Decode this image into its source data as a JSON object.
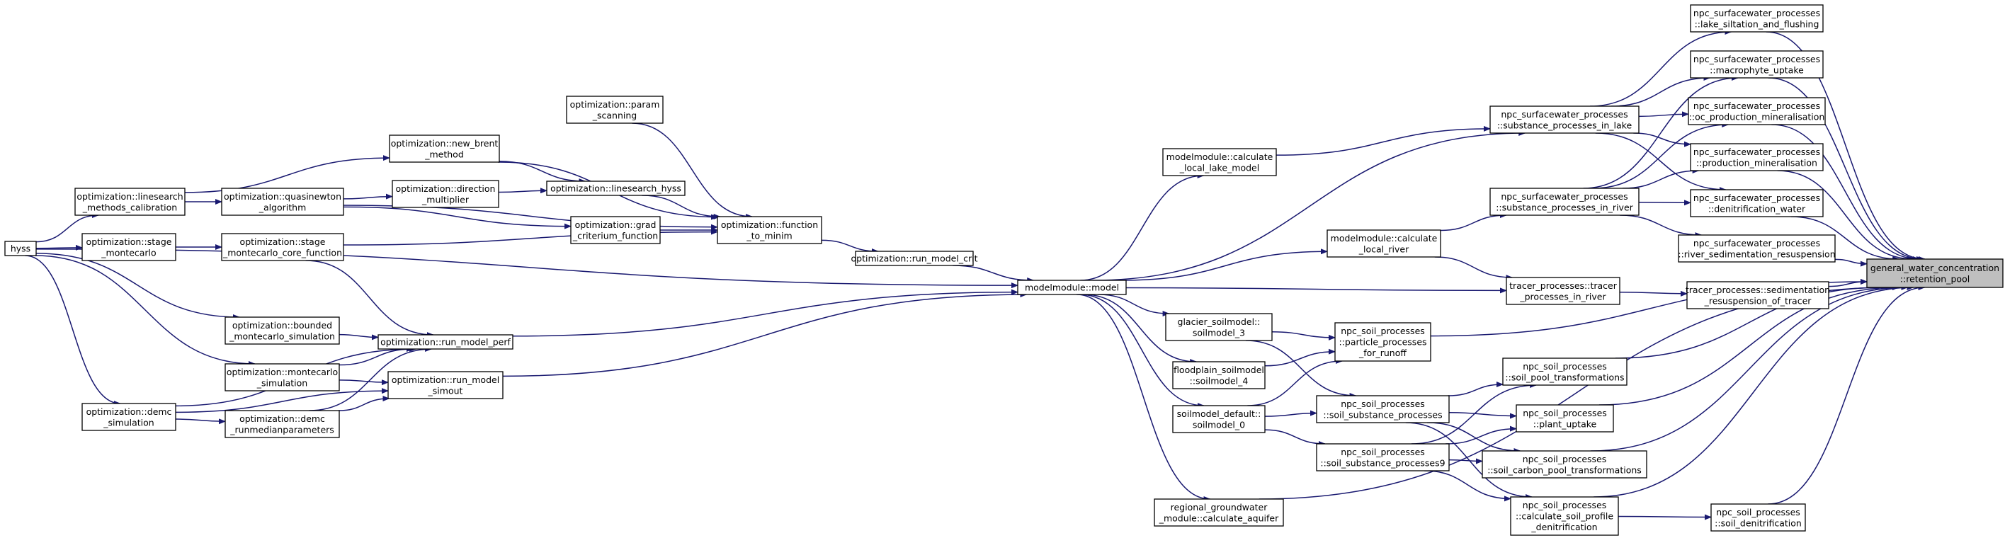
{
  "diagram": {
    "title": "",
    "colors": {
      "edge": "#191970",
      "node_border": "#000000",
      "node_fill": "#ffffff",
      "highlight_fill": "#bfbfbf"
    },
    "nodes": [
      {
        "id": "target",
        "lines": [
          "general_water_concentration",
          "::retention_pool"
        ],
        "highlight": true
      },
      {
        "id": "hyss",
        "lines": [
          "hyss"
        ]
      },
      {
        "id": "ls_cal",
        "lines": [
          "optimization::linesearch",
          "_methods_calibration"
        ]
      },
      {
        "id": "stage_mc",
        "lines": [
          "optimization::stage",
          "_montecarlo"
        ]
      },
      {
        "id": "demc_sim",
        "lines": [
          "optimization::demc",
          "_simulation"
        ]
      },
      {
        "id": "qn",
        "lines": [
          "optimization::quasinewton",
          "_algorithm"
        ]
      },
      {
        "id": "stage_mc_core",
        "lines": [
          "optimization::stage",
          "_montecarlo_core_function"
        ]
      },
      {
        "id": "bounded_mc",
        "lines": [
          "optimization::bounded",
          "_montecarlo_simulation"
        ]
      },
      {
        "id": "mc_sim",
        "lines": [
          "optimization::montecarlo",
          "_simulation"
        ]
      },
      {
        "id": "demc_rmp",
        "lines": [
          "optimization::demc",
          "_runmedianparameters"
        ]
      },
      {
        "id": "new_brent",
        "lines": [
          "optimization::new_brent",
          "_method"
        ]
      },
      {
        "id": "dir_mult",
        "lines": [
          "optimization::direction",
          "_multiplier"
        ]
      },
      {
        "id": "run_perf",
        "lines": [
          "optimization::run_model_perf"
        ]
      },
      {
        "id": "run_simout",
        "lines": [
          "optimization::run_model",
          "_simout"
        ]
      },
      {
        "id": "param_scan",
        "lines": [
          "optimization::param",
          "_scanning"
        ]
      },
      {
        "id": "ls_hyss",
        "lines": [
          "optimization::linesearch_hyss"
        ]
      },
      {
        "id": "grad_crit",
        "lines": [
          "optimization::grad",
          "_criterium_function"
        ]
      },
      {
        "id": "func_minim",
        "lines": [
          "optimization::function",
          "_to_minim"
        ]
      },
      {
        "id": "run_crit",
        "lines": [
          "optimization::run_model_crit"
        ]
      },
      {
        "id": "model",
        "lines": [
          "modelmodule::model"
        ]
      },
      {
        "id": "calc_lake",
        "lines": [
          "modelmodule::calculate",
          "_local_lake_model"
        ]
      },
      {
        "id": "calc_river",
        "lines": [
          "modelmodule::calculate",
          "_local_river"
        ]
      },
      {
        "id": "glacier3",
        "lines": [
          "glacier_soilmodel::",
          "soilmodel_3"
        ]
      },
      {
        "id": "flood4",
        "lines": [
          "floodplain_soilmodel",
          "::soilmodel_4"
        ]
      },
      {
        "id": "soil0",
        "lines": [
          "soilmodel_default::",
          "soilmodel_0"
        ]
      },
      {
        "id": "regional_gw",
        "lines": [
          "regional_groundwater",
          "_module::calculate_aquifer"
        ]
      },
      {
        "id": "subst_lake",
        "lines": [
          "npc_surfacewater_processes",
          "::substance_processes_in_lake"
        ]
      },
      {
        "id": "subst_river",
        "lines": [
          "npc_surfacewater_processes",
          "::substance_processes_in_river"
        ]
      },
      {
        "id": "tracer_river",
        "lines": [
          "tracer_processes::tracer",
          "_processes_in_river"
        ]
      },
      {
        "id": "particle",
        "lines": [
          "npc_soil_processes",
          "::particle_processes",
          "_for_runoff"
        ]
      },
      {
        "id": "soil_subst",
        "lines": [
          "npc_soil_processes",
          "::soil_substance_processes"
        ]
      },
      {
        "id": "soil_subst9",
        "lines": [
          "npc_soil_processes",
          "::soil_substance_processes9"
        ]
      },
      {
        "id": "lake_silt",
        "lines": [
          "npc_surfacewater_processes",
          "::lake_siltation_and_flushing"
        ]
      },
      {
        "id": "macrophyte",
        "lines": [
          "npc_surfacewater_processes",
          "::macrophyte_uptake"
        ]
      },
      {
        "id": "oc_prod",
        "lines": [
          "npc_surfacewater_processes",
          "::oc_production_mineralisation"
        ]
      },
      {
        "id": "prod_min",
        "lines": [
          "npc_surfacewater_processes",
          "::production_mineralisation"
        ]
      },
      {
        "id": "denit_water",
        "lines": [
          "npc_surfacewater_processes",
          "::denitrification_water"
        ]
      },
      {
        "id": "river_sed",
        "lines": [
          "npc_surfacewater_processes",
          "::river_sedimentation_resuspension"
        ]
      },
      {
        "id": "tracer_sed",
        "lines": [
          "tracer_processes::sedimentation",
          "_resuspension_of_tracer"
        ]
      },
      {
        "id": "soil_pool",
        "lines": [
          "npc_soil_processes",
          "::soil_pool_transformations"
        ]
      },
      {
        "id": "plant_uptake",
        "lines": [
          "npc_soil_processes",
          "::plant_uptake"
        ]
      },
      {
        "id": "soil_carbon",
        "lines": [
          "npc_soil_processes",
          "::soil_carbon_pool_transformations"
        ]
      },
      {
        "id": "soil_profile",
        "lines": [
          "npc_soil_processes",
          "::calculate_soil_profile",
          "_denitrification"
        ]
      },
      {
        "id": "soil_denit",
        "lines": [
          "npc_soil_processes",
          "::soil_denitrification"
        ]
      }
    ],
    "edges": [
      [
        "hyss",
        "ls_cal"
      ],
      [
        "hyss",
        "stage_mc"
      ],
      [
        "hyss",
        "demc_sim"
      ],
      [
        "hyss",
        "bounded_mc"
      ],
      [
        "hyss",
        "mc_sim"
      ],
      [
        "hyss",
        "model"
      ],
      [
        "ls_cal",
        "qn"
      ],
      [
        "ls_cal",
        "new_brent"
      ],
      [
        "stage_mc",
        "stage_mc_core"
      ],
      [
        "qn",
        "dir_mult"
      ],
      [
        "qn",
        "grad_crit"
      ],
      [
        "qn",
        "func_minim"
      ],
      [
        "dir_mult",
        "ls_hyss"
      ],
      [
        "new_brent",
        "ls_hyss"
      ],
      [
        "new_brent",
        "func_minim"
      ],
      [
        "ls_hyss",
        "func_minim"
      ],
      [
        "grad_crit",
        "func_minim"
      ],
      [
        "param_scan",
        "func_minim"
      ],
      [
        "stage_mc_core",
        "func_minim"
      ],
      [
        "stage_mc_core",
        "run_perf"
      ],
      [
        "bounded_mc",
        "run_perf"
      ],
      [
        "mc_sim",
        "run_perf"
      ],
      [
        "mc_sim",
        "run_simout"
      ],
      [
        "demc_rmp",
        "run_perf"
      ],
      [
        "demc_rmp",
        "run_simout"
      ],
      [
        "demc_sim",
        "demc_rmp"
      ],
      [
        "demc_sim",
        "run_perf"
      ],
      [
        "demc_sim",
        "run_simout"
      ],
      [
        "func_minim",
        "run_crit"
      ],
      [
        "run_crit",
        "model"
      ],
      [
        "run_perf",
        "model"
      ],
      [
        "run_simout",
        "model"
      ],
      [
        "model",
        "calc_lake"
      ],
      [
        "model",
        "calc_river"
      ],
      [
        "model",
        "glacier3"
      ],
      [
        "model",
        "flood4"
      ],
      [
        "model",
        "soil0"
      ],
      [
        "model",
        "regional_gw"
      ],
      [
        "model",
        "subst_lake"
      ],
      [
        "model",
        "tracer_river"
      ],
      [
        "calc_lake",
        "subst_lake"
      ],
      [
        "calc_river",
        "subst_river"
      ],
      [
        "calc_river",
        "tracer_river"
      ],
      [
        "glacier3",
        "particle"
      ],
      [
        "glacier3",
        "soil_subst"
      ],
      [
        "flood4",
        "particle"
      ],
      [
        "soil0",
        "particle"
      ],
      [
        "soil0",
        "soil_subst"
      ],
      [
        "soil0",
        "soil_subst9"
      ],
      [
        "subst_lake",
        "lake_silt"
      ],
      [
        "subst_lake",
        "macrophyte"
      ],
      [
        "subst_lake",
        "oc_prod"
      ],
      [
        "subst_lake",
        "prod_min"
      ],
      [
        "subst_lake",
        "denit_water"
      ],
      [
        "subst_river",
        "macrophyte"
      ],
      [
        "subst_river",
        "oc_prod"
      ],
      [
        "subst_river",
        "prod_min"
      ],
      [
        "subst_river",
        "denit_water"
      ],
      [
        "subst_river",
        "river_sed"
      ],
      [
        "tracer_river",
        "tracer_sed"
      ],
      [
        "soil_subst",
        "soil_pool"
      ],
      [
        "soil_subst",
        "plant_uptake"
      ],
      [
        "soil_subst",
        "soil_carbon"
      ],
      [
        "soil_subst",
        "soil_profile"
      ],
      [
        "soil_subst9",
        "soil_pool"
      ],
      [
        "soil_subst9",
        "plant_uptake"
      ],
      [
        "soil_subst9",
        "soil_carbon"
      ],
      [
        "soil_subst9",
        "soil_profile"
      ],
      [
        "soil_profile",
        "soil_denit"
      ],
      [
        "lake_silt",
        "target"
      ],
      [
        "macrophyte",
        "target"
      ],
      [
        "oc_prod",
        "target"
      ],
      [
        "prod_min",
        "target"
      ],
      [
        "denit_water",
        "target"
      ],
      [
        "river_sed",
        "target"
      ],
      [
        "tracer_sed",
        "target"
      ],
      [
        "particle",
        "target"
      ],
      [
        "soil_pool",
        "target"
      ],
      [
        "plant_uptake",
        "target"
      ],
      [
        "soil_carbon",
        "target"
      ],
      [
        "soil_profile",
        "target"
      ],
      [
        "soil_denit",
        "target"
      ],
      [
        "regional_gw",
        "target"
      ]
    ]
  }
}
